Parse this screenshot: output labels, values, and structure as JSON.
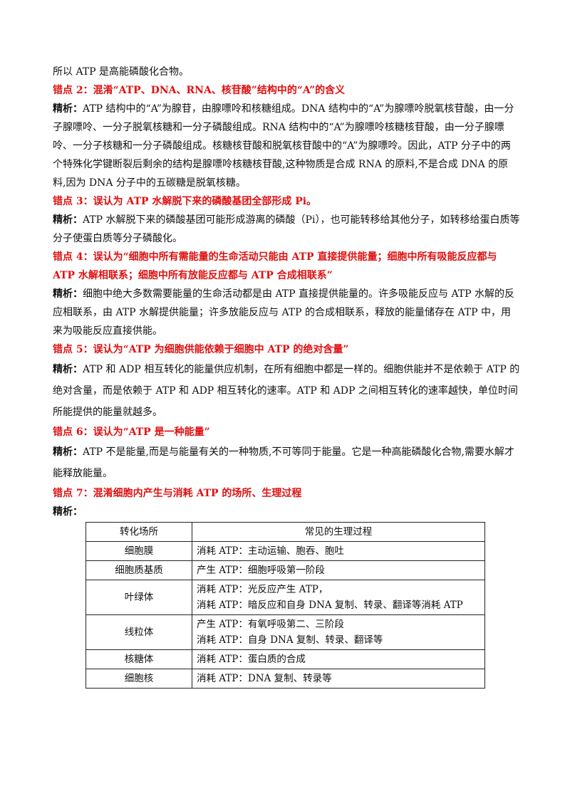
{
  "intro_line": "所以 ATP 是高能磷酸化合物。",
  "sections": [
    {
      "heading": "错点 2：混淆“ATP、DNA、RNA、核苷酸”结构中的“A”的含义",
      "label": "精析：",
      "text": "ATP 结构中的“A”为腺苷，由腺嘌呤和核糖组成。DNA 结构中的“A”为腺嘌呤脱氧核苷酸，由一分子腺嘌呤、一分子脱氧核糖和一分子磷酸组成。RNA 结构中的“A”为腺嘌呤核糖核苷酸，由一分子腺嘌呤、一分子核糖和一分子磷酸组成。核糖核苷酸和脱氧核苷酸中的“A”为腺嘌呤。因此，ATP 分子中的两个特殊化学键断裂后剩余的结构是腺嘌呤核糖核苷酸,这种物质是合成 RNA 的原料,不是合成 DNA 的原料,因为 DNA 分子中的五碳糖是脱氧核糖。"
    },
    {
      "heading": "错点 3：误认为 ATP 水解脱下来的磷酸基团全部形成 Pi。",
      "label": "精析：",
      "text": "ATP 水解脱下来的磷酸基团可能形成游离的磷酸（Pi），也可能转移给其他分子，如转移给蛋白质等分子使蛋白质等分子磷酸化。"
    },
    {
      "heading": "错点 4：误认为“细胞中所有需能量的生命活动只能由 ATP 直接提供能量；细胞中所有吸能反应都与 ATP 水解相联系；细胞中所有放能反应都与 ATP 合成相联系”",
      "label": "精析：",
      "text": "细胞中绝大多数需要能量的生命活动都是由 ATP 直接提供能量的。许多吸能反应与 ATP 水解的反应相联系，由 ATP 水解提供能量；许多放能反应与 ATP 的合成相联系，释放的能量储存在 ATP 中，用来为吸能反应直接供能。"
    },
    {
      "heading": "错点 5：误认为“ATP 为细胞供能依赖于细胞中 ATP 的绝对含量”",
      "label": "精析：",
      "text": "ATP 和 ADP 相互转化的能量供应机制，在所有细胞中都是一样的。细胞供能并不是依赖于 ATP 的绝对含量，而是依赖于 ATP 和 ADP 相互转化的速率。ATP 和 ADP 之间相互转化的速率越快，单位时间所能提供的能量就越多。"
    },
    {
      "heading": "错点 6：误认为“ATP 是一种能量”",
      "label": "精析：",
      "text": "ATP 不是能量,而是与能量有关的一种物质,不可等同于能量。它是一种高能磷酸化合物,需要水解才能释放能量。"
    },
    {
      "heading": "错点 7：混淆细胞内产生与消耗 ATP 的场所、生理过程",
      "label": "精析：",
      "text": ""
    }
  ],
  "table": {
    "headers": [
      "转化场所",
      "常见的生理过程"
    ],
    "rows": [
      {
        "place": "细胞膜",
        "processes": [
          "消耗 ATP：主动运输、胞吞、胞吐"
        ]
      },
      {
        "place": "细胞质基质",
        "processes": [
          "产生 ATP：细胞呼吸第一阶段"
        ]
      },
      {
        "place": "叶绿体",
        "processes": [
          "消耗 ATP：光反应产生 ATP，",
          "消耗 ATP：暗反应和自身 DNA 复制、转录、翻译等消耗 ATP"
        ]
      },
      {
        "place": "线粒体",
        "processes": [
          "产生 ATP：有氧呼吸第二、三阶段",
          "消耗 ATP：自身 DNA 复制、转录、翻译等"
        ]
      },
      {
        "place": "核糖体",
        "processes": [
          "消耗 ATP：蛋白质的合成"
        ]
      },
      {
        "place": "细胞核",
        "processes": [
          "消耗 ATP：DNA 复制、转录等"
        ]
      }
    ]
  }
}
